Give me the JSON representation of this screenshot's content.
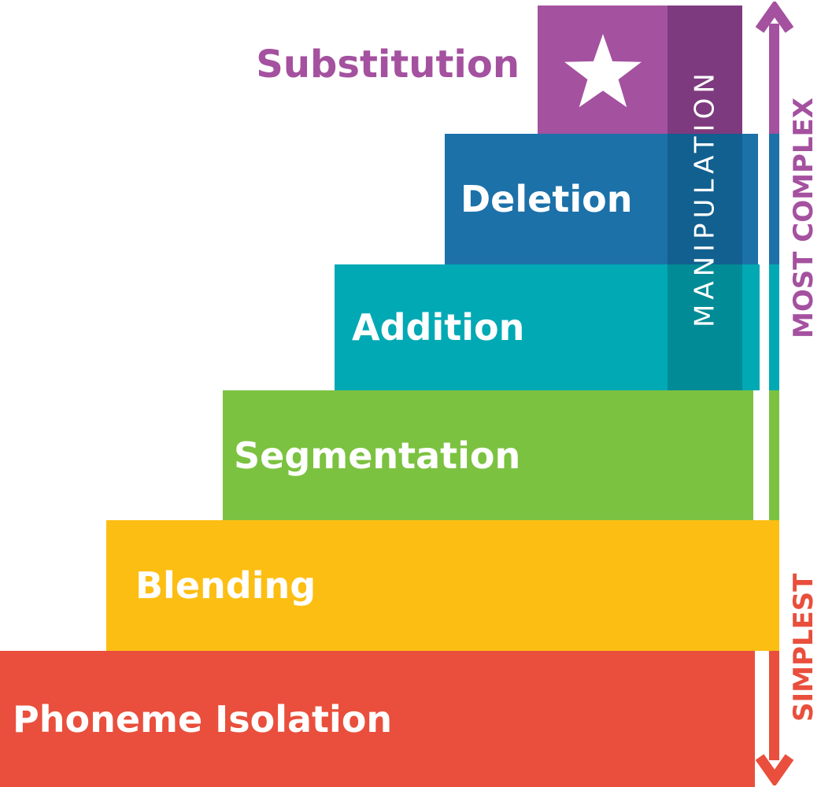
{
  "ladder": {
    "label_text_color": "#FFFFFF",
    "levels": [
      {
        "label": "Substitution",
        "color": "#A4519F",
        "dark_color": "#7E3A7F"
      },
      {
        "label": "Deletion",
        "color": "#1C71A9",
        "dark_color": "#11608F"
      },
      {
        "label": "Addition",
        "color": "#00A9B4",
        "dark_color": "#008B96"
      },
      {
        "label": "Segmentation",
        "color": "#7CC241"
      },
      {
        "label": "Blending",
        "color": "#FDBE13"
      },
      {
        "label": "Phoneme Isolation",
        "color": "#E94F3C"
      }
    ],
    "overlay_label": "MANIPULATION",
    "star_color": "#FFFFFF"
  },
  "axis": {
    "top_label": "MOST COMPLEX",
    "top_color": "#A4519F",
    "bottom_label": "SIMPLEST",
    "bottom_color": "#E94F3C"
  }
}
